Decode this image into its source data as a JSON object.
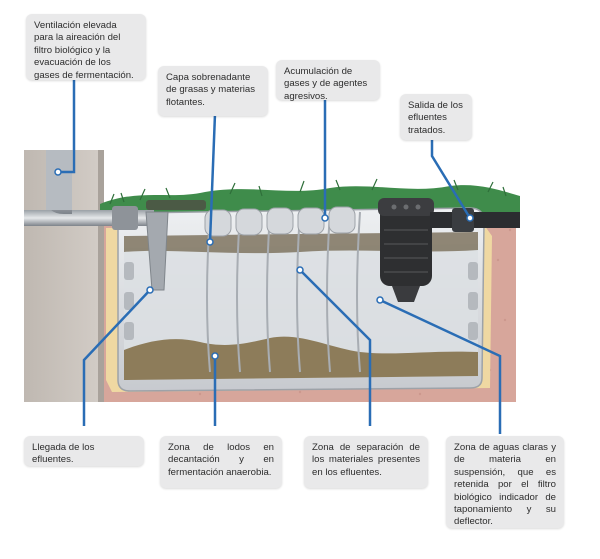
{
  "diagram": {
    "colors": {
      "leader": "#2a6db5",
      "soil": "#d6a49a",
      "gravel": "#f1dba4",
      "tank": "#c9ccd0",
      "water": "#dfe1e4",
      "sludge": "#8f7f5e",
      "wall": "#c7c1bb",
      "grass": "#3c8a4a",
      "callout_bg": "#e9e9ea"
    },
    "callouts": {
      "ventilation": "Ventilación elevada para la aireación del filtro biológico y la evacuación de los gases de fermentación.",
      "scum_layer": "Capa sobrenadante de grasas y materias flotantes.",
      "gas_accumulation": "Acumulación de gases y de agentes agresivos.",
      "outlet": "Salida de los efluentes tratados.",
      "inlet": "Llegada de los efluentes.",
      "sludge_zone": "Zona de lodos en decantación y en fermentación anaerobia.",
      "separation_zone": "Zona de separación de los materiales presentes en los efluentes.",
      "clear_water_zone": "Zona de aguas claras y de materia en suspensión, que es retenida por el filtro biológico indicador de taponamiento y su deflector."
    }
  }
}
